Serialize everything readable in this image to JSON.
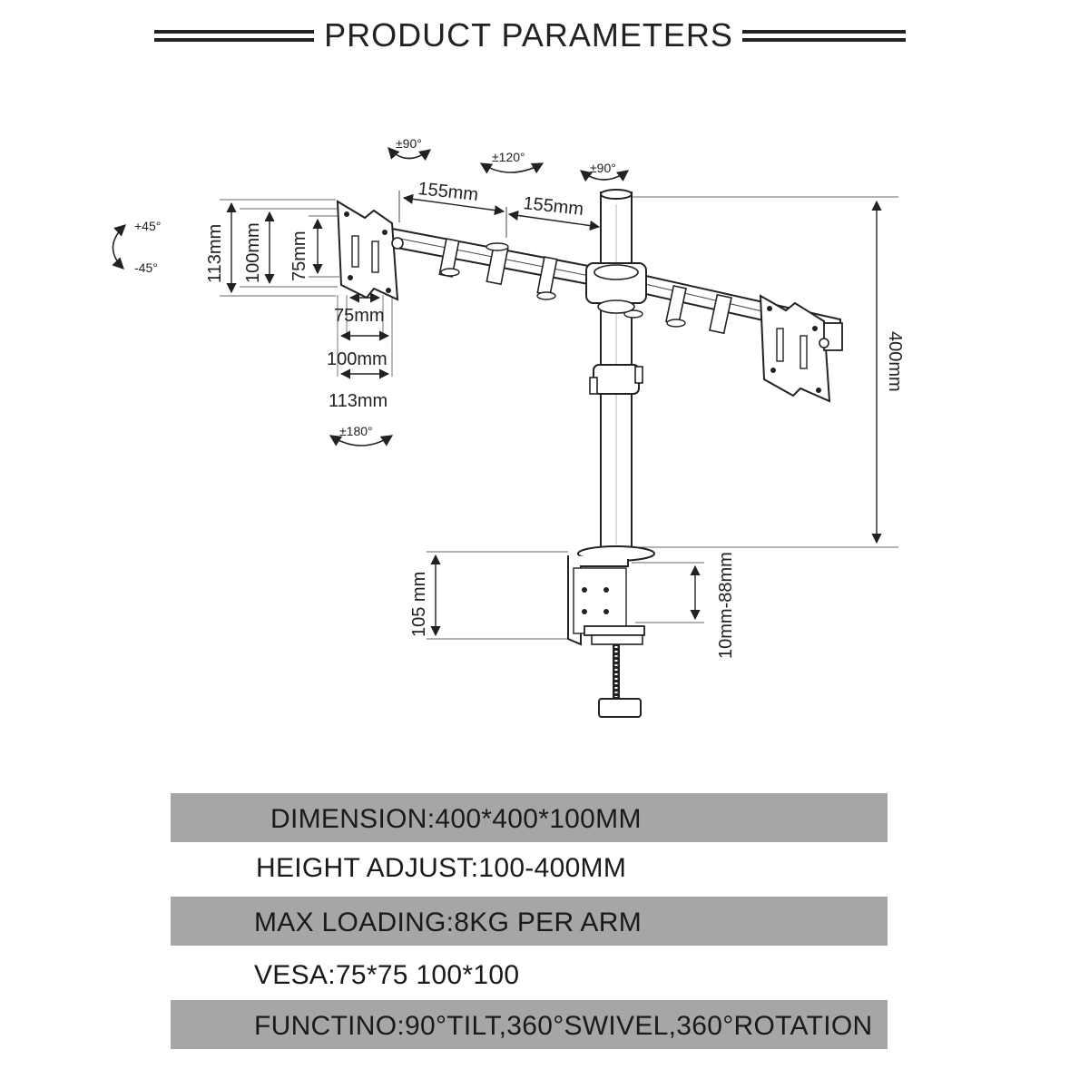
{
  "header": {
    "title": "PRODUCT PARAMETERS"
  },
  "diagram": {
    "rotations": {
      "left_head": "±90°",
      "arm_joint": "±120°",
      "pole_top": "±90°",
      "tilt_up": "+45°",
      "tilt_down": "-45°",
      "bottom_rotate": "±180°"
    },
    "dimensions": {
      "arm_left": "155mm",
      "arm_right": "155mm",
      "vesa_h_113": "113mm",
      "vesa_h_100": "100mm",
      "vesa_h_75": "75mm",
      "vesa_w_75": "75mm",
      "vesa_w_100": "100mm",
      "vesa_w_113": "113mm",
      "pole_height": "400mm",
      "clamp_height": "105 mm",
      "desk_thickness": "10mm-88mm"
    }
  },
  "specs": [
    {
      "text": "DIMENSION:400*400*100MM",
      "shaded": true
    },
    {
      "text": "HEIGHT ADJUST:100-400MM",
      "shaded": false
    },
    {
      "text": "MAX LOADING:8KG PER ARM",
      "shaded": true
    },
    {
      "text": "VESA:75*75 100*100",
      "shaded": false
    },
    {
      "text": "FUNCTINO:90°TILT,360°SWIVEL,360°ROTATION",
      "shaded": true
    }
  ]
}
